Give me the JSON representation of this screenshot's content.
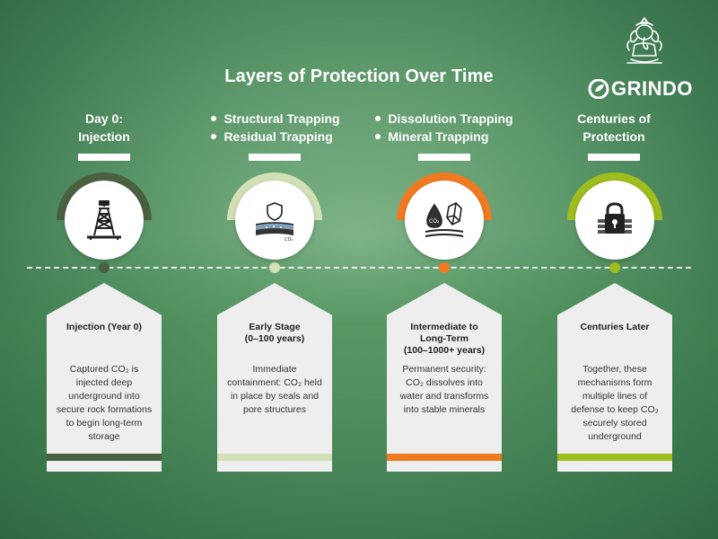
{
  "title": "Layers of Protection Over Time",
  "logo": {
    "text": "GRINDO"
  },
  "colors": {
    "stage1": "#4a6140",
    "stage2": "#d3dfb6",
    "stage3": "#f07a21",
    "stage4": "#9ebd1e"
  },
  "stages": [
    {
      "head": "Day 0: Injection",
      "head_line1": "Day 0:",
      "head_line2": "Injection",
      "icon": "oil-rig-icon",
      "card_title": "Injection (Year 0)",
      "card_body": "Captured CO₂ is injected deep underground into secure rock formations to begin long-term storage"
    },
    {
      "bullets": [
        "Structural Trapping",
        "Residual Trapping"
      ],
      "icon": "shield-rock-layers-icon",
      "icon_label": "CO₂",
      "card_title_line1": "Early Stage",
      "card_title_line2": "(0–100 years)",
      "card_body": "Immediate containment: CO₂ held in place by seals and pore structures"
    },
    {
      "bullets": [
        "Dissolution Trapping",
        "Mineral Trapping"
      ],
      "icon": "co2-mineral-crystal-icon",
      "icon_label": "CO₂",
      "card_title_line1": "Intermediate to",
      "card_title_line2": "Long-Term",
      "card_title_line3": "(100–1000+ years)",
      "card_body": "Permanent security: CO₂ dissolves into water and transforms into stable minerals"
    },
    {
      "head_line1": "Centuries of",
      "head_line2": "Protection",
      "icon": "padlock-icon",
      "card_title": "Centuries Later",
      "card_body": "Together, these mechanisms form multiple lines of defense to keep CO₂ securely stored underground"
    }
  ]
}
